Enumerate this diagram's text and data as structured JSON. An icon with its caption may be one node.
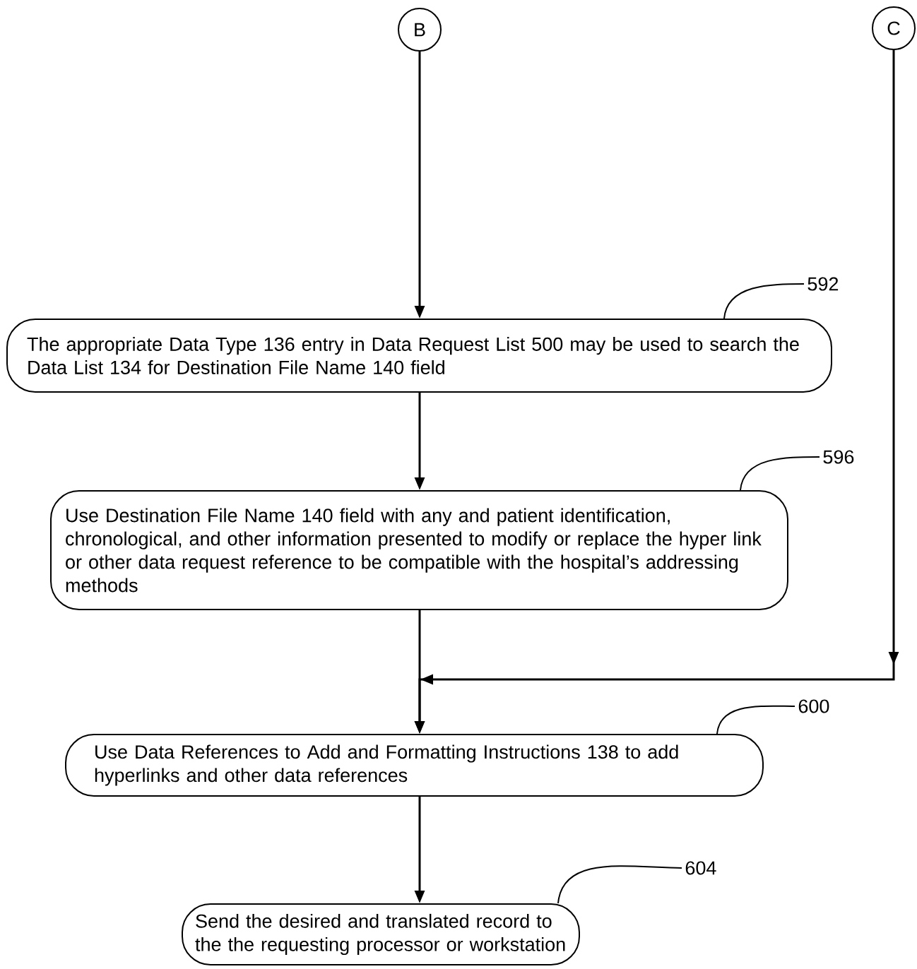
{
  "diagram": {
    "nodes": [
      {
        "text": [
          "B"
        ]
      },
      {
        "text": [
          "C"
        ]
      },
      {
        "text": [
          "The appropriate Data Type 136 entry in Data Request List 500 may be used to search the Data List 134 for Destination File Name 140 field"
        ]
      },
      {
        "text": [
          "Use Destination File Name 140 field with any and patient identification, chronological, and other information presented to modify or replace the hyper link or other data request reference to be compatible with the hospital’s addressing methods"
        ]
      },
      {
        "text": [
          "Use Data References to Add and Formatting Instructions 138 to add hyperlinks and other data references"
        ]
      },
      {
        "text": [
          "Send the desired and translated record to the the requesting processor or workstation"
        ]
      },
      {
        "text": [
          "592"
        ]
      },
      {
        "text": [
          "596"
        ]
      },
      {
        "text": [
          "600"
        ]
      },
      {
        "text": [
          "604"
        ]
      }
    ],
    "edges": [
      {
        "from": 0,
        "to": 2,
        "arrow": "to"
      },
      {
        "from": 2,
        "to": 3,
        "arrow": "to"
      },
      {
        "from": 3,
        "to": 4,
        "arrow": "to"
      },
      {
        "from": 1,
        "to": 4,
        "arrow": "to"
      },
      {
        "from": 4,
        "to": 5,
        "arrow": "to"
      },
      {
        "from": 6,
        "to": 2,
        "arrow": "none"
      },
      {
        "from": 7,
        "to": 3,
        "arrow": "none"
      },
      {
        "from": 8,
        "to": 4,
        "arrow": "none"
      },
      {
        "from": 9,
        "to": 5,
        "arrow": "none"
      }
    ]
  }
}
